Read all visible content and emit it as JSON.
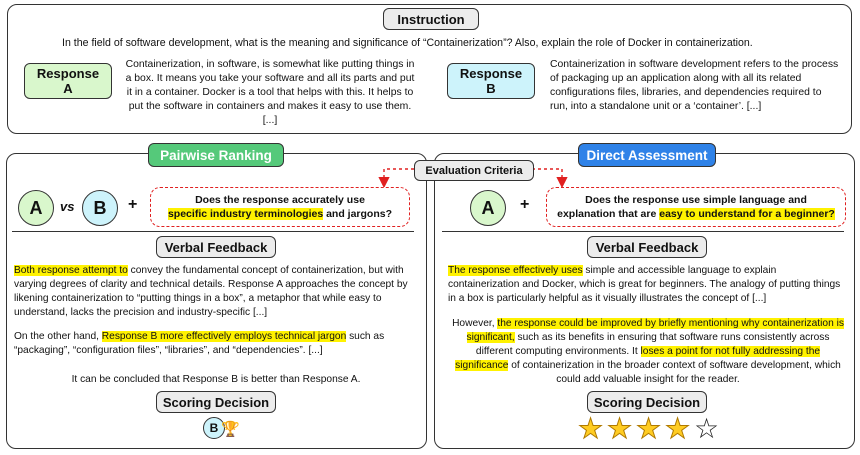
{
  "top": {
    "instruction_label": "Instruction",
    "question": "In the field of software development, what is the meaning and significance of “Containerization”? Also, explain the role of Docker in containerization.",
    "response_a_label": [
      "Response",
      "A"
    ],
    "response_a_text": "Containerization, in software, is somewhat like putting things in a box. It means you take your software and all its parts and put it in a container. Docker is a tool that helps with this. It helps to put the software in containers and makes it easy to use them. [...]",
    "response_b_label": [
      "Response",
      "B"
    ],
    "response_b_text": "Containerization in software development refers to the process of packaging up an application along with all its related configurations files, libraries, and dependencies required to run, into a standalone unit or a ‘container’. [...]"
  },
  "criteria_label": "Evaluation Criteria",
  "pairwise": {
    "title": "Pairwise Ranking",
    "circle_a": "A",
    "vs": "vs",
    "circle_b": "B",
    "plus": "+",
    "criterion_pre": "Does the response accurately use",
    "criterion_hl": "specific industry terminologies",
    "criterion_post": " and jargons?",
    "feedback_label": "Verbal Feedback",
    "p1_hl": "Both response attempt to",
    "p1_rest": " convey the fundamental concept of containerization, but with varying degrees of clarity and technical details. Response A approaches the concept by likening containerization to “putting things in a box”, a metaphor that while easy to understand, lacks the precision and industry-specific [...]",
    "p2_pre": "On the other hand, ",
    "p2_hl": "Response B more effectively employs technical jargon",
    "p2_rest": " such as “packaging”, “configuration files”, “libraries”, and “dependencies”. [...]",
    "p3": "It can be concluded that Response B is better than Response A.",
    "scoring_label": "Scoring Decision",
    "winner": "B",
    "trophy": "🏆"
  },
  "direct": {
    "title": "Direct Assessment",
    "circle_a": "A",
    "plus": "+",
    "criterion_line1": "Does the response use simple language and",
    "criterion_pre": "explanation that are ",
    "criterion_hl": "easy to understand for a beginner?",
    "feedback_label": "Verbal Feedback",
    "p1_hl": "The response effectively uses",
    "p1_rest": " simple and accessible language to explain containerization and Docker, which is great for beginners. The analogy of putting things in a box is particularly helpful as it visually illustrates the concept of [...]",
    "p2_pre": "However, ",
    "p2_hl1": "the response could be improved by briefly mentioning why containerization is significant,",
    "p2_mid": " such as its benefits in ensuring that software runs consistently across different computing environments.  It ",
    "p2_hl2": "loses a point for not fully addressing the significance",
    "p2_rest": " of containerization in the broader context of software development, which could add valuable insight for the reader.",
    "scoring_label": "Scoring Decision",
    "score": 4,
    "max_score": 5
  },
  "colors": {
    "response_a_bg": "#d9f7cc",
    "response_b_bg": "#cdf3fb",
    "pairwise_title_bg": "#55c97a",
    "direct_title_bg": "#2f82e8",
    "highlight": "#fff200",
    "dashed_red": "#e02020",
    "star_fill": "#ffcc22"
  }
}
